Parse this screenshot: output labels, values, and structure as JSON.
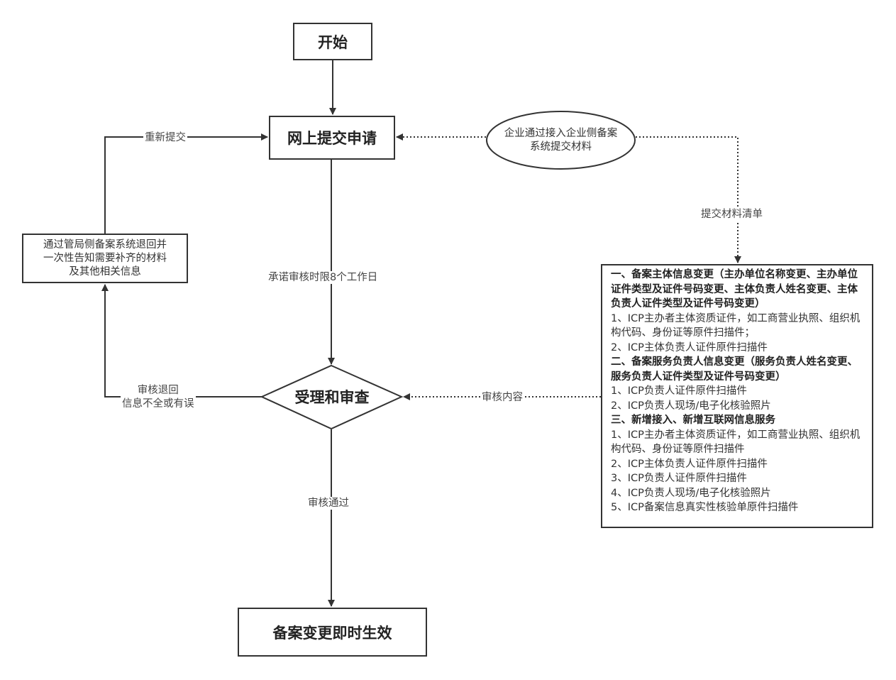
{
  "nodes": {
    "start": "开始",
    "online_submit": "网上提交申请",
    "review": "受理和审查",
    "effective": "备案变更即时生效",
    "return_notice": [
      "通过管局侧备案系统退回并",
      "一次性告知需要补齐的材料",
      "及其他相关信息"
    ],
    "enterprise_submit": [
      "企业通过接入企业侧备案",
      "系统提交材料"
    ]
  },
  "edges": {
    "resubmit": "重新提交",
    "deadline": "承诺审核时限8个工作日",
    "material_list": "提交材料清单",
    "review_content": "审核内容",
    "passed": "审核通过",
    "returned": [
      "审核退回",
      "信息不全或有误"
    ]
  },
  "materials": {
    "section1_heading": "一、备案主体信息变更（主办单位名称变更、主办单位证件类型及证件号码变更、主体负责人姓名变更、主体负责人证件类型及证件号码变更）",
    "section1_items": [
      "1、ICP主办者主体资质证件，如工商营业执照、组织机构代码、身份证等原件扫描件；",
      "2、ICP主体负责人证件原件扫描件"
    ],
    "section2_heading": "二、备案服务负责人信息变更（服务负责人姓名变更、服务负责人证件类型及证件号码变更）",
    "section2_items": [
      "1、ICP负责人证件原件扫描件",
      "2、ICP负责人现场/电子化核验照片"
    ],
    "section3_heading": "三、新增接入、新增互联网信息服务",
    "section3_items": [
      "1、ICP主办者主体资质证件，如工商营业执照、组织机构代码、身份证等原件扫描件",
      "2、ICP主体负责人证件原件扫描件",
      "3、ICP负责人证件原件扫描件",
      "4、ICP负责人现场/电子化核验照片",
      "5、ICP备案信息真实性核验单原件扫描件"
    ]
  },
  "colors": {
    "line": "#333333",
    "text": "#333333"
  }
}
